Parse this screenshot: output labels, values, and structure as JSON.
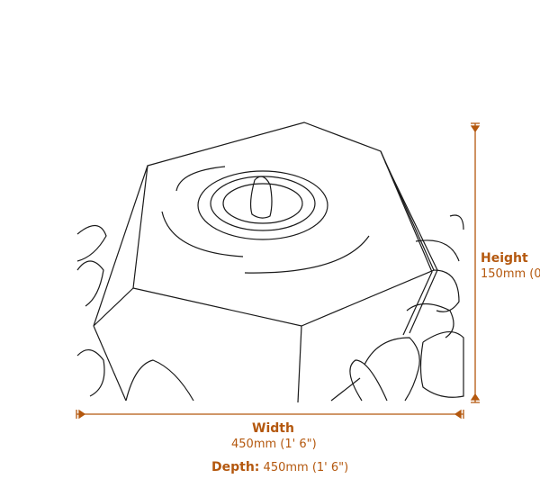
{
  "colors": {
    "dimension": "#b4580e",
    "line": "#1a1a1a"
  },
  "dimensions": {
    "height": {
      "label": "Height",
      "value": "150mm (0'"
    },
    "width": {
      "label": "Width",
      "value": "450mm (1' 6\")"
    },
    "depth": {
      "label": "Depth:",
      "value": "450mm (1' 6\")"
    }
  }
}
